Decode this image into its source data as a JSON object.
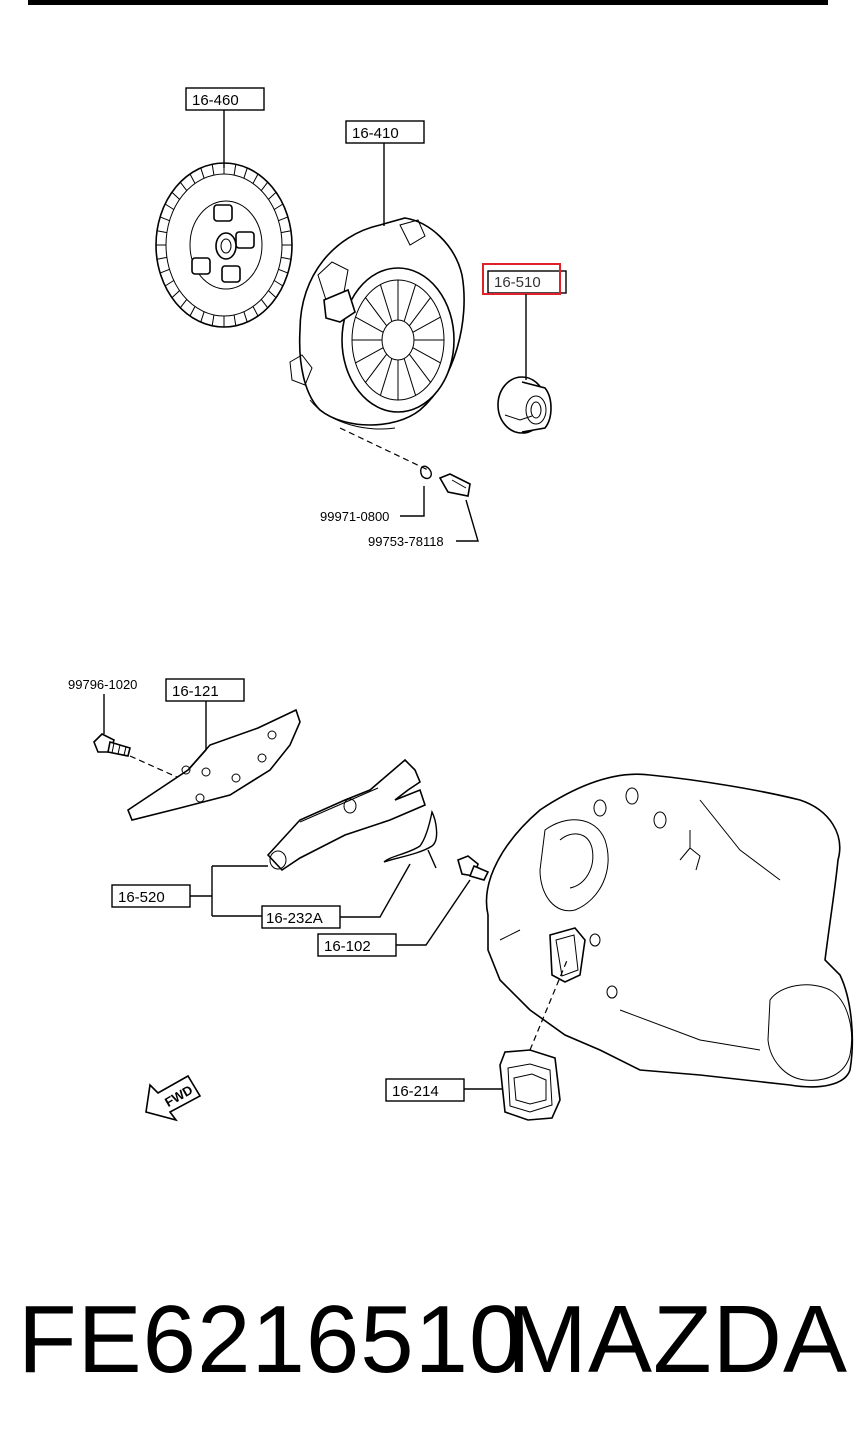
{
  "diagram": {
    "labels": {
      "clutch_disc": "16-460",
      "clutch_cover": "16-410",
      "release_bearing": "16-510",
      "washer": "99971-0800",
      "cover_bolt": "99753-78118",
      "plate_bolt": "99796-1020",
      "plate": "16-121",
      "release_fork_assy": "16-520",
      "fork_spring": "16-232A",
      "pivot_bolt": "16-102",
      "boot": "16-214"
    },
    "fwd_arrow": "FWD",
    "highlight_color": "#e0212b"
  },
  "footer": {
    "part_number": "FE6216510",
    "brand": "MAZDA"
  }
}
